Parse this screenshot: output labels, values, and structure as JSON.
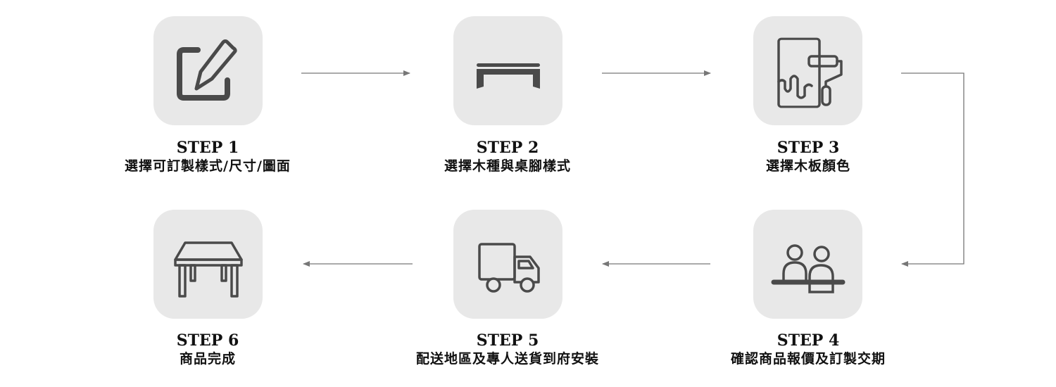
{
  "steps": [
    {
      "title": "STEP 1",
      "desc": "選擇可訂製樣式/尺寸/圖面",
      "icon": "pencil-edit-icon"
    },
    {
      "title": "STEP 2",
      "desc": "選擇木種與桌腳樣式",
      "icon": "table-frame-icon"
    },
    {
      "title": "STEP 3",
      "desc": "選擇木板顏色",
      "icon": "paint-roller-icon"
    },
    {
      "title": "STEP 4",
      "desc": "確認商品報價及訂製交期",
      "icon": "people-meeting-icon"
    },
    {
      "title": "STEP 5",
      "desc": "配送地區及專人送貨到府安裝",
      "icon": "delivery-truck-icon"
    },
    {
      "title": "STEP 6",
      "desc": "商品完成",
      "icon": "table-icon"
    }
  ],
  "colors": {
    "tile": "#e8e8e8",
    "icon": "#4a4a4a",
    "arrow": "#777777"
  }
}
